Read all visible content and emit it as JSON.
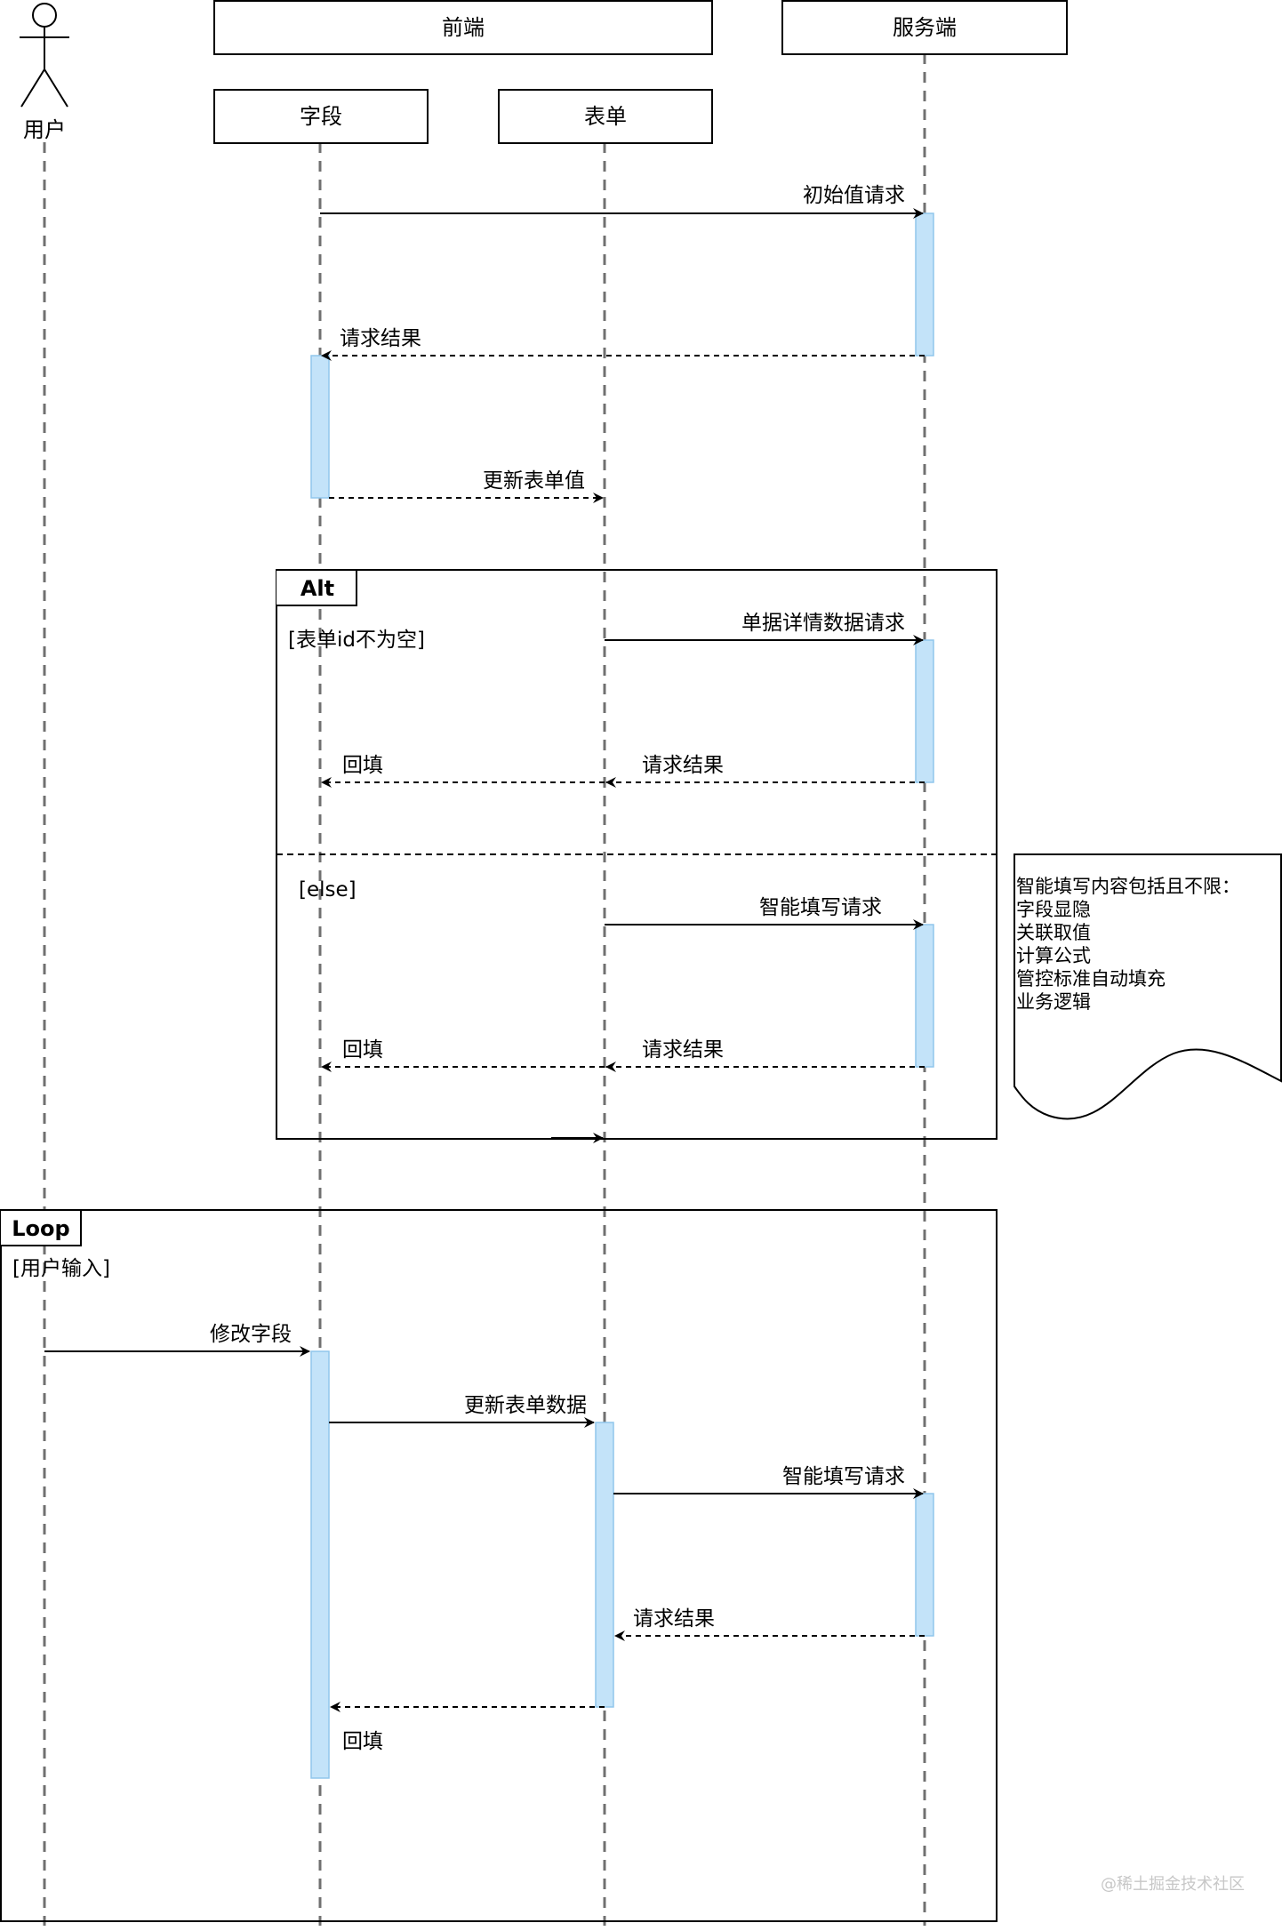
{
  "participants": {
    "user": "用户",
    "frontend": "前端",
    "server": "服务端",
    "field": "字段",
    "form": "表单"
  },
  "messages": {
    "init_request": "初始值请求",
    "request_result_1": "请求结果",
    "update_form_value": "更新表单值",
    "detail_request": "单据详情数据请求",
    "request_result_2": "请求结果",
    "backfill_1": "回填",
    "smart_request_1": "智能填写请求",
    "request_result_3": "请求结果",
    "backfill_2": "回填",
    "modify_field": "修改字段",
    "update_form_data": "更新表单数据",
    "smart_request_2": "智能填写请求",
    "request_result_4": "请求结果",
    "backfill_3": "回填"
  },
  "frames": {
    "alt_tag": "Alt",
    "alt_condition": "[表单id不为空]",
    "else_condition": "[else]",
    "loop_tag": "Loop",
    "loop_condition": "[用户输入]"
  },
  "note": {
    "lines": [
      "智能填写内容包括且不限：",
      "字段显隐",
      "关联取值",
      "计算公式",
      "管控标准自动填充",
      "业务逻辑"
    ]
  },
  "watermark": "@稀土掘金技术社区"
}
